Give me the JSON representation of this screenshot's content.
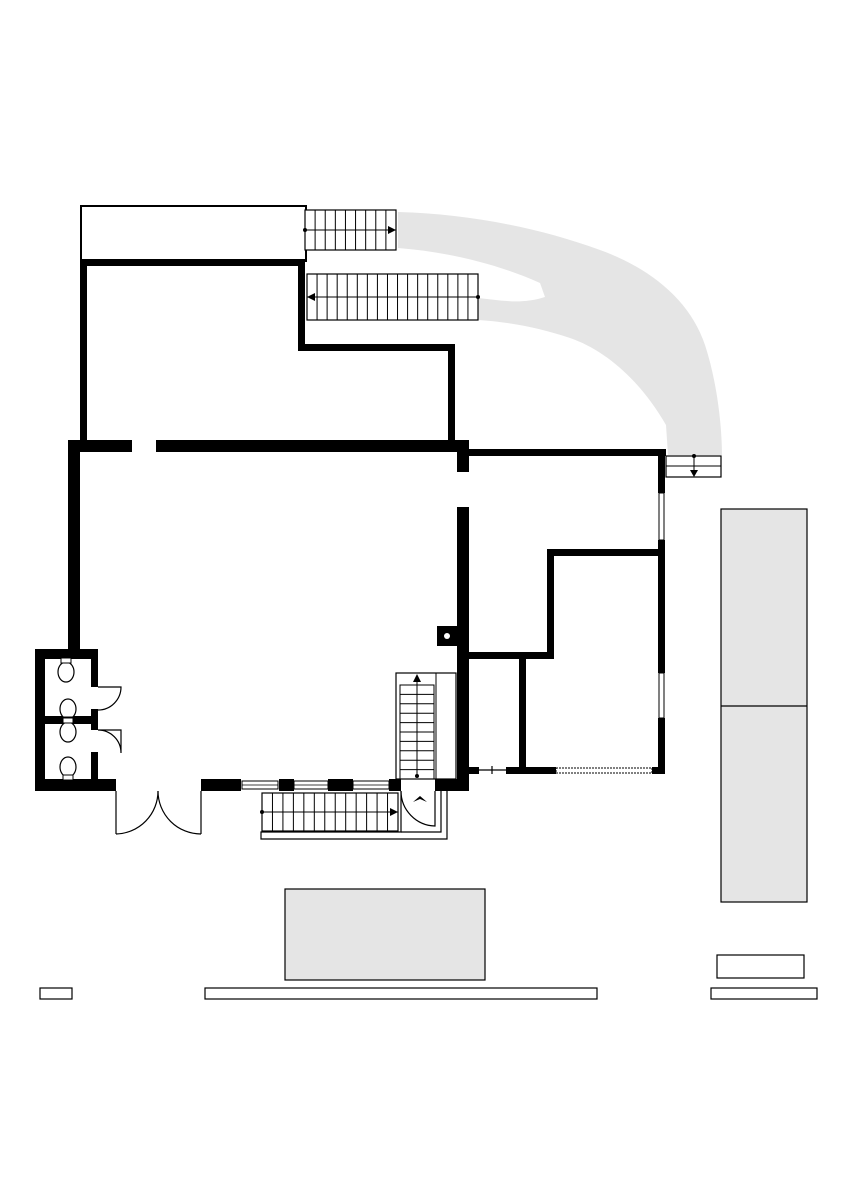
{
  "diagram": {
    "kind": "architectural floor plan",
    "colors": {
      "wall": "#000000",
      "outline": "#000000",
      "fill_gray": "#e5e5e5",
      "background": "#ffffff"
    },
    "elements": [
      {
        "name": "curved-driveway",
        "shape": "curved path",
        "fill": "gray"
      },
      {
        "name": "upper-stair-flight",
        "shape": "stair",
        "steps": 9,
        "arrow": "right"
      },
      {
        "name": "middle-stair-flight",
        "shape": "stair",
        "steps": 17,
        "arrow": "left"
      },
      {
        "name": "interior-stair-flight",
        "shape": "stair",
        "steps": 10,
        "arrow": "up"
      },
      {
        "name": "entrance-stair-flight",
        "shape": "stair",
        "steps": 13,
        "arrow": "right"
      },
      {
        "name": "toilet-room-upper",
        "fixtures": 2
      },
      {
        "name": "toilet-room-lower",
        "fixtures": 2
      },
      {
        "name": "entrance-double-door"
      },
      {
        "name": "parking-area-right",
        "shape": "rectangle",
        "fill": "gray",
        "subdivisions": 2
      },
      {
        "name": "parking-area-bottom",
        "shape": "rectangle",
        "fill": "gray"
      }
    ]
  }
}
